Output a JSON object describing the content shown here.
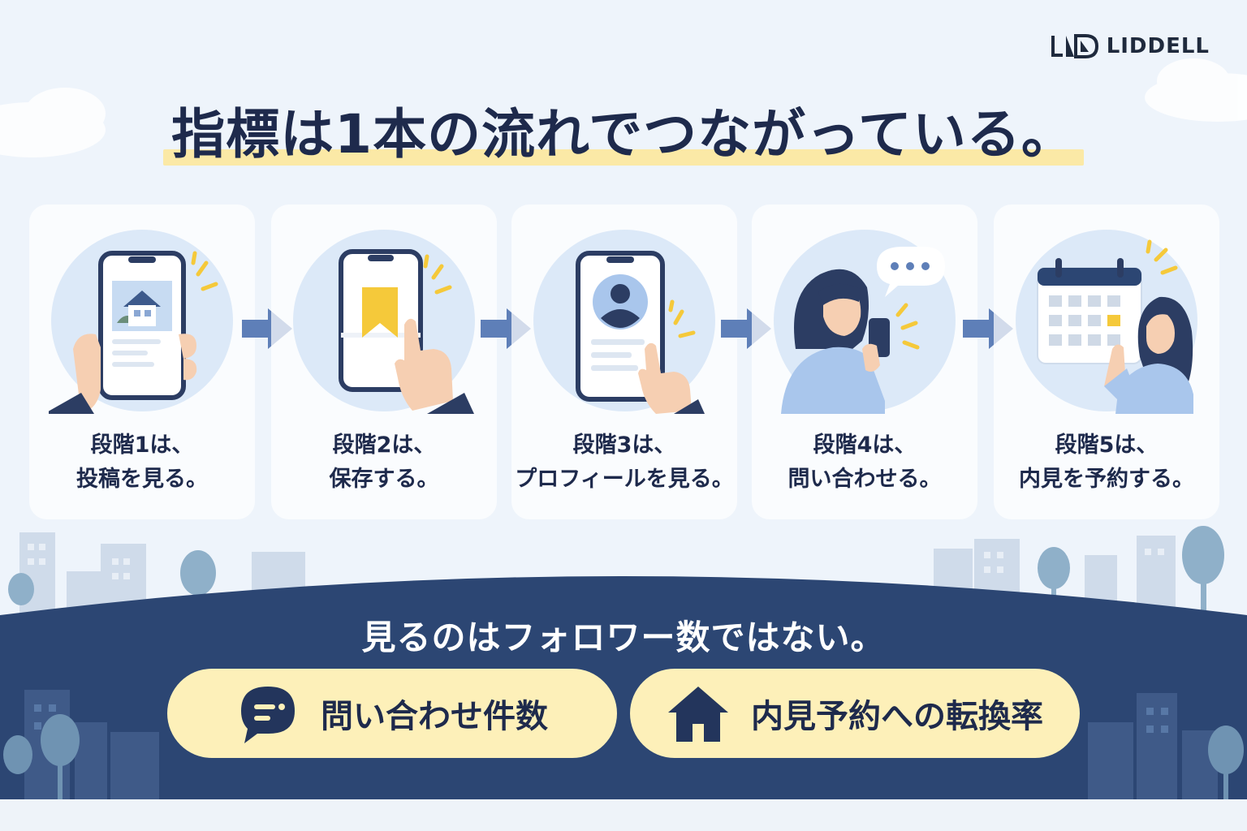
{
  "brand": {
    "name": "LIDDELL"
  },
  "title": "指標は1本の流れでつながっている。",
  "steps": [
    {
      "line1": "段階1は、",
      "line2": "投稿を見る。",
      "icon": "phone-house-post-icon"
    },
    {
      "line1": "段階2は、",
      "line2": "保存する。",
      "icon": "phone-bookmark-icon"
    },
    {
      "line1": "段階3は、",
      "line2": "プロフィールを見る。",
      "icon": "phone-profile-icon"
    },
    {
      "line1": "段階4は、",
      "line2": "問い合わせる。",
      "icon": "woman-chat-phone-icon"
    },
    {
      "line1": "段階5は、",
      "line2": "内見を予約する。",
      "icon": "calendar-booking-icon"
    }
  ],
  "subheading": "見るのはフォロワー数ではない。",
  "metrics": [
    {
      "label": "問い合わせ件数",
      "icon": "chat-bubble-icon"
    },
    {
      "label": "内見予約への転換率",
      "icon": "house-icon"
    }
  ],
  "colors": {
    "navy": "#2c4673",
    "title": "#1e2a4c",
    "highlight": "#fbe9a6",
    "pill": "#fdf0b9",
    "accent_yellow": "#f5c93a",
    "arrow": "#5e7fb8",
    "circle": "#dce9f8"
  }
}
